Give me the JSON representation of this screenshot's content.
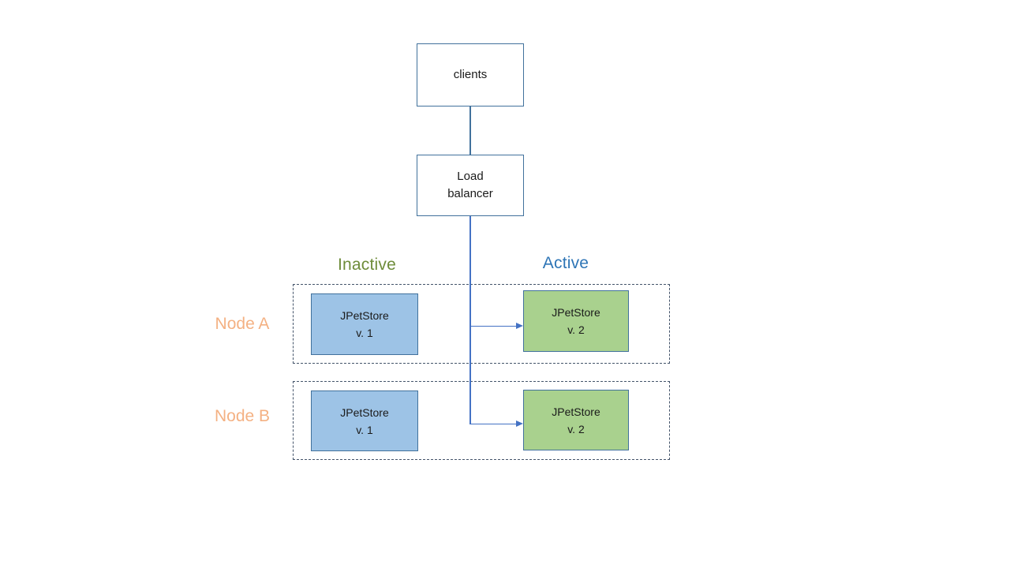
{
  "diagram": {
    "clients_label": "clients",
    "load_balancer_label": "Load\nbalancer",
    "columns": {
      "inactive_label": "Inactive",
      "active_label": "Active"
    },
    "nodes": [
      {
        "name": "Node A",
        "inactive_app": "JPetStore\nv. 1",
        "active_app": "JPetStore\nv. 2"
      },
      {
        "name": "Node B",
        "inactive_app": "JPetStore\nv. 1",
        "active_app": "JPetStore\nv. 2"
      }
    ],
    "colors": {
      "box_border": "#41719C",
      "connector": "#4472C4",
      "inactive_fill": "#9DC3E6",
      "active_fill": "#A9D18E",
      "dashed_border": "#44546A",
      "inactive_label": "#6E8C3A",
      "active_label": "#2E75B6",
      "node_label": "#F4B183"
    }
  }
}
